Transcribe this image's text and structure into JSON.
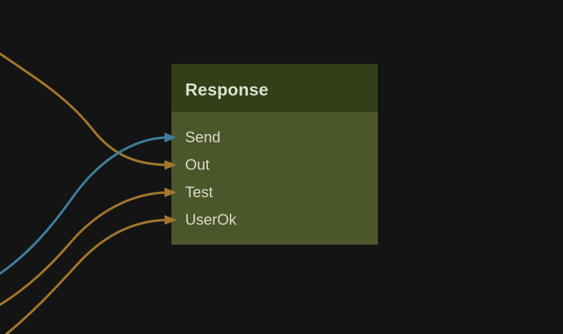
{
  "colors": {
    "canvas-bg": "#141414",
    "node-header-bg": "#333f16",
    "node-body-bg": "#4c562b",
    "node-title-color": "#dce0d2",
    "port-label-color": "#d6dbc9",
    "edge-orange": "#a1762c",
    "edge-blue": "#3e7d9b"
  },
  "node": {
    "title": "Response",
    "ports": [
      {
        "label": "Send",
        "wire_color": "blue"
      },
      {
        "label": "Out",
        "wire_color": "orange"
      },
      {
        "label": "Test",
        "wire_color": "orange"
      },
      {
        "label": "UserOk",
        "wire_color": "orange"
      }
    ]
  },
  "edges": [
    {
      "to_port": "Send",
      "color": "blue",
      "from": "off-screen-left"
    },
    {
      "to_port": "Out",
      "color": "orange",
      "from": "off-screen-top-left"
    },
    {
      "to_port": "Test",
      "color": "orange",
      "from": "off-screen-left"
    },
    {
      "to_port": "UserOk",
      "color": "orange",
      "from": "off-screen-bottom-left"
    }
  ]
}
